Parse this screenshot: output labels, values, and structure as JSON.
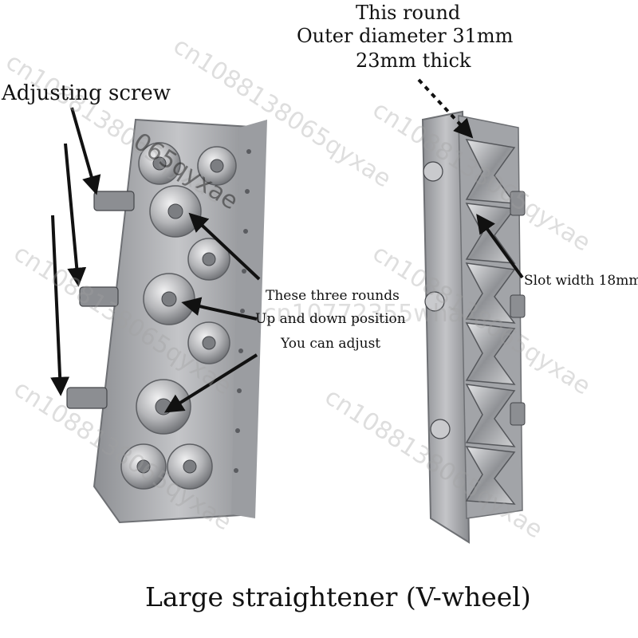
{
  "labels": {
    "round_line1": "This round",
    "round_line2": "Outer diameter 31mm",
    "round_line3": "23mm thick",
    "adjusting_screw": "Adjusting screw",
    "three_line1": "These three rounds",
    "three_line2": "Up and down position",
    "three_line3": "You can adjust",
    "slot_width": "Slot width 18mm",
    "caption": "Large straightener (V-wheel)"
  },
  "watermarks": [
    "cn1088138065qyxae",
    "cn1088138065qyxae",
    "cn1088138065qyxae",
    "cn1088138065qyxae",
    "cn1088138065qyxae",
    "cn1088138065qyxae",
    "cn1088138065qyxae",
    "cn10772355wha",
    "065qyxae"
  ],
  "colors": {
    "metal": "#a9aaad",
    "metal_dark": "#6e7074",
    "metal_light": "#d9dadc",
    "text": "#111111"
  }
}
